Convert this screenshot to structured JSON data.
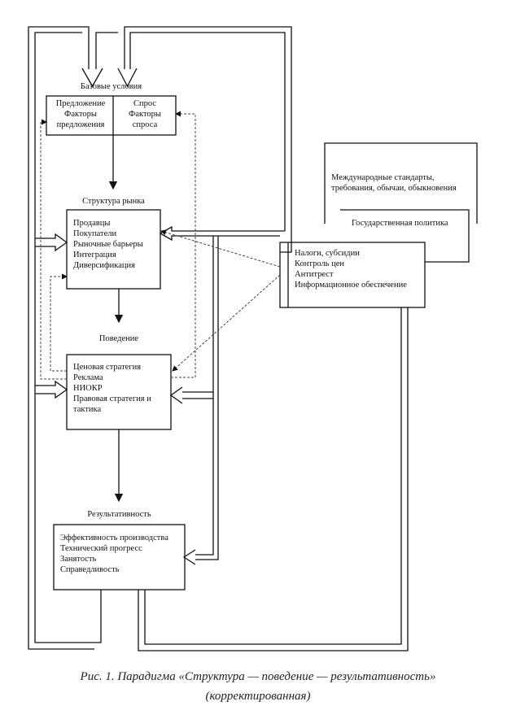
{
  "base_conditions": {
    "title": "Базовые условия",
    "supply": [
      "Предложение",
      "Факторы",
      "предложения"
    ],
    "demand": [
      "Спрос",
      "Факторы",
      "спроса"
    ]
  },
  "market_structure": {
    "title": "Структура рынка",
    "items": [
      "Продавцы",
      "Покупатели",
      "Рыночные барьеры",
      "Интеграция",
      "Диверсификация"
    ]
  },
  "conduct": {
    "title": "Поведение",
    "items": [
      "Ценовая стратегия",
      "Реклама",
      "НИОКР",
      "Правовая стратегия и",
      "тактика"
    ]
  },
  "performance": {
    "title": "Результативность",
    "items": [
      "Эффективность производства",
      "Технический прогресс",
      "Занятость",
      "Справедливость"
    ]
  },
  "international": {
    "lines": [
      "Международные стандарты,",
      "требования, обычаи, обыкновения"
    ]
  },
  "government": {
    "title": "Государственная политика",
    "items": [
      "Налоги, субсидии",
      "Контроль цен",
      "Антитрест",
      "Информационное обеспечение"
    ]
  },
  "caption": {
    "line1": "Рис. 1. Парадигма «Структура — поведение — результативность»",
    "line2": "(корректированная)"
  }
}
